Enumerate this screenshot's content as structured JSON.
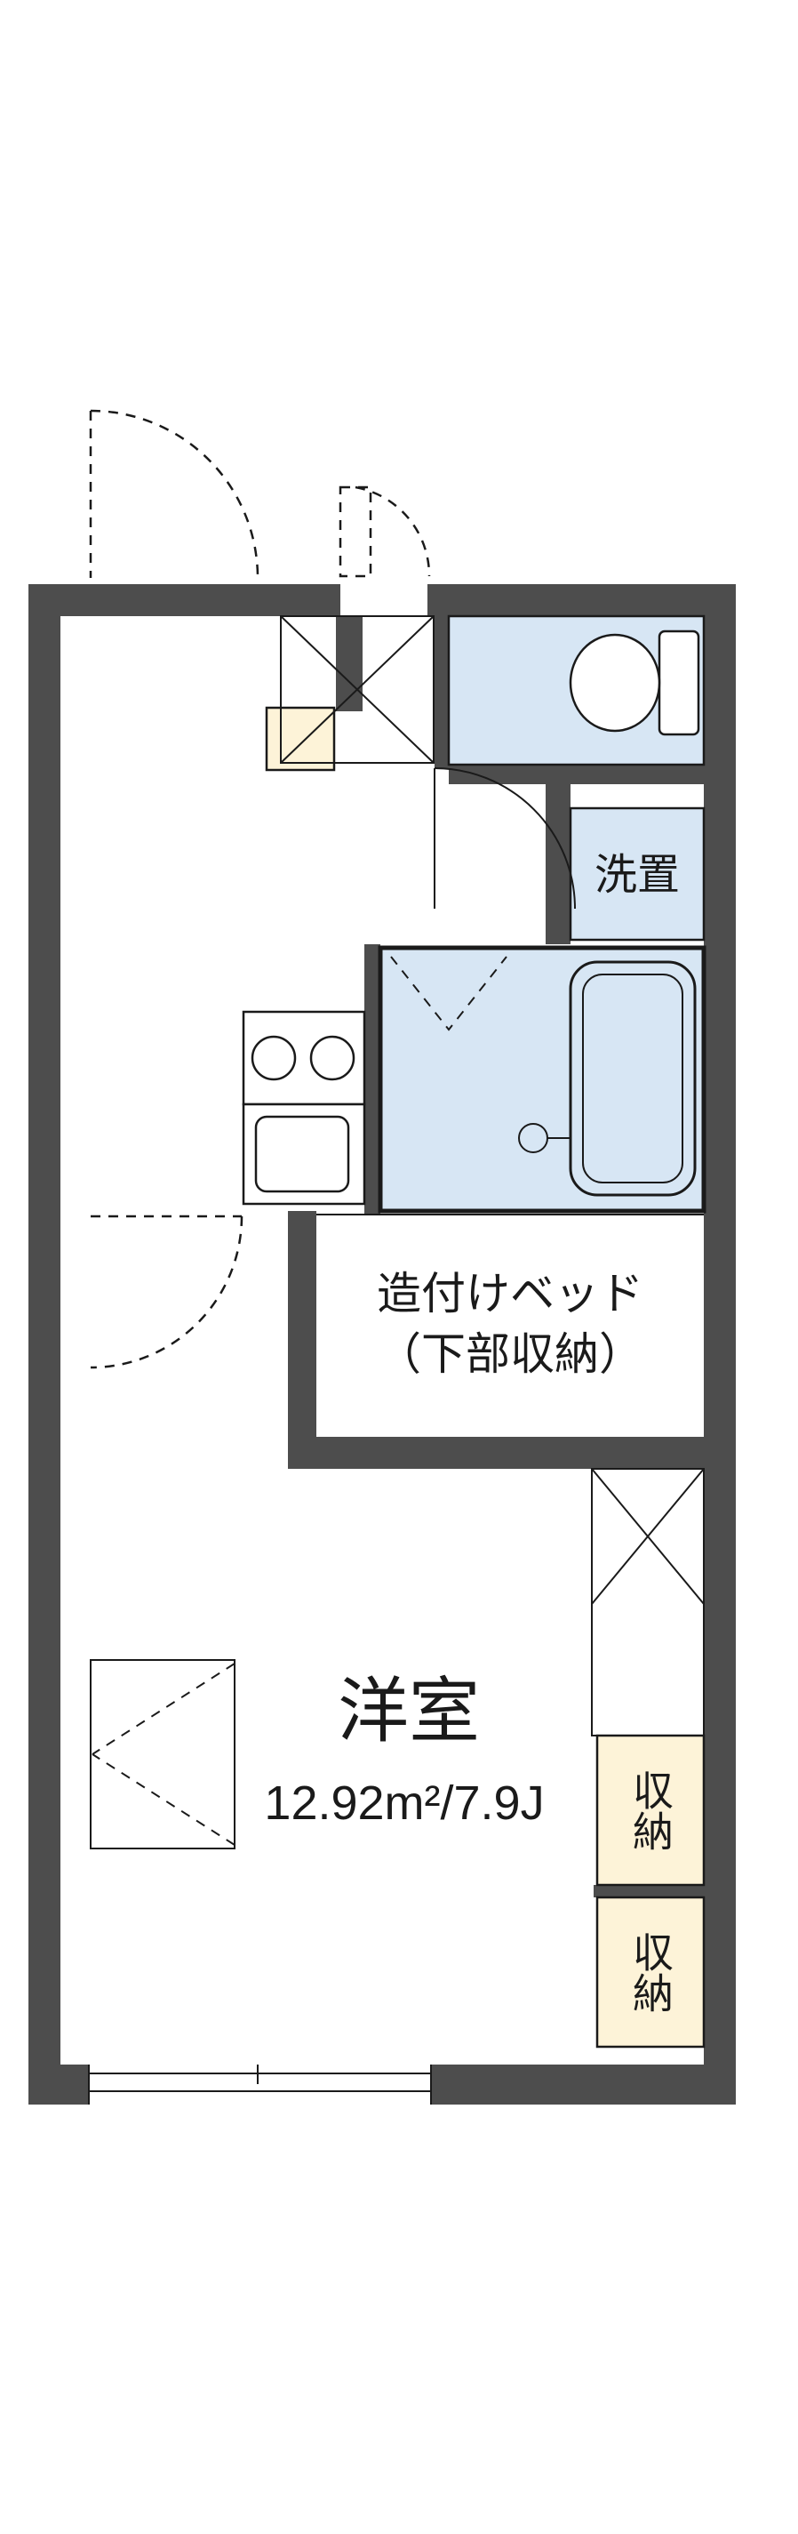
{
  "floorplan": {
    "rooms": {
      "washer_label": "洗置",
      "bed_label_line1": "造付けベッド",
      "bed_label_line2": "（下部収納）",
      "main_room_name": "洋室",
      "main_room_size": "12.92m²/7.9J",
      "storage_top_label": "収納",
      "storage_bottom_label": "収納"
    },
    "colors": {
      "wall": "#4d4d4d",
      "water": "#d7e6f4",
      "storage": "#fdf3d8",
      "line": "#1a1a1a",
      "paper": "#ffffff"
    }
  }
}
